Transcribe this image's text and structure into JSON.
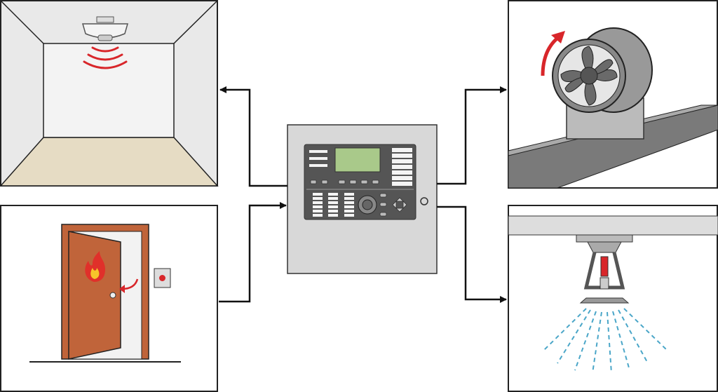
{
  "diagram": {
    "center": {
      "name": "fire-alarm-control-panel",
      "icon": "control-panel-icon"
    },
    "inputs": [
      {
        "name": "smoke-detector-room",
        "icon": "smoke-detector-icon"
      },
      {
        "name": "fire-door-with-wall-button",
        "icon": "fire-door-icon"
      }
    ],
    "outputs": [
      {
        "name": "roof-exhaust-fan",
        "icon": "fan-icon"
      },
      {
        "name": "ceiling-sprinkler",
        "icon": "sprinkler-icon"
      }
    ],
    "colors": {
      "panel": "#d6d6d6",
      "display": "#a9c98a",
      "alert_red": "#d8262a",
      "door": "#c0643a",
      "floor": "#e6dcc4",
      "water": "#4aa6c8",
      "line": "#111111"
    }
  }
}
